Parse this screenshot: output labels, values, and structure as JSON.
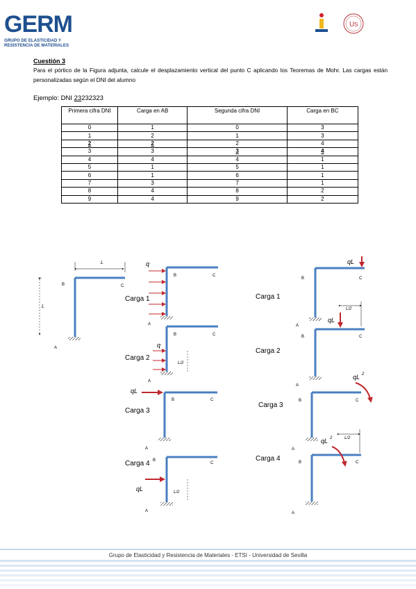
{
  "header": {
    "logo_germ_big": "GERM",
    "logo_germ_line1": "GRUPO DE ELASTICIDAD Y",
    "logo_germ_line2": "RESISTENCIA DE MATERIALES"
  },
  "question": {
    "title": "Cuestión 3",
    "text": "Para el pórtico de la Figura adjunta, calcule el desplazamiento vertical del punto C aplicando los Teoremas de Mohr. Las cargas están personalizadas según el DNI del alumno",
    "example_label": "Ejemplo: DNI ",
    "example_underlined": "23",
    "example_rest": "232323"
  },
  "table": {
    "headers": [
      "Primera cifra DNI",
      "Carga en  AB",
      "Segunda cifra DNI",
      "Carga en  BC"
    ],
    "rows": [
      [
        "0",
        "1",
        "0",
        "3"
      ],
      [
        "1",
        "2",
        "1",
        "3"
      ],
      [
        "2",
        "2",
        "2",
        "4"
      ],
      [
        "3",
        "3",
        "3",
        "4"
      ],
      [
        "4",
        "4",
        "4",
        "1"
      ],
      [
        "5",
        "1",
        "5",
        "1"
      ],
      [
        "6",
        "1",
        "6",
        "1"
      ],
      [
        "7",
        "3",
        "7",
        "1"
      ],
      [
        "8",
        "4",
        "8",
        "2"
      ],
      [
        "9",
        "4",
        "9",
        "2"
      ]
    ]
  },
  "figures": {
    "pt_A": "A",
    "pt_B": "B",
    "pt_C": "C",
    "L": "L",
    "L2": "L/2",
    "q": "q",
    "qL": "qL",
    "qL2_base": "qL",
    "sq": "2",
    "carga1": "Carga 1",
    "carga2": "Carga 2",
    "carga3": "Carga 3",
    "carga4": "Carga 4"
  },
  "footer": {
    "text": "Grupo de Elasticidad y Resistencia de Materiales - ETSI - Universidad de Sevilla"
  },
  "colors": {
    "frame": "#4a7fc1",
    "load": "#c0282d",
    "logo": "#1e4f8f"
  }
}
